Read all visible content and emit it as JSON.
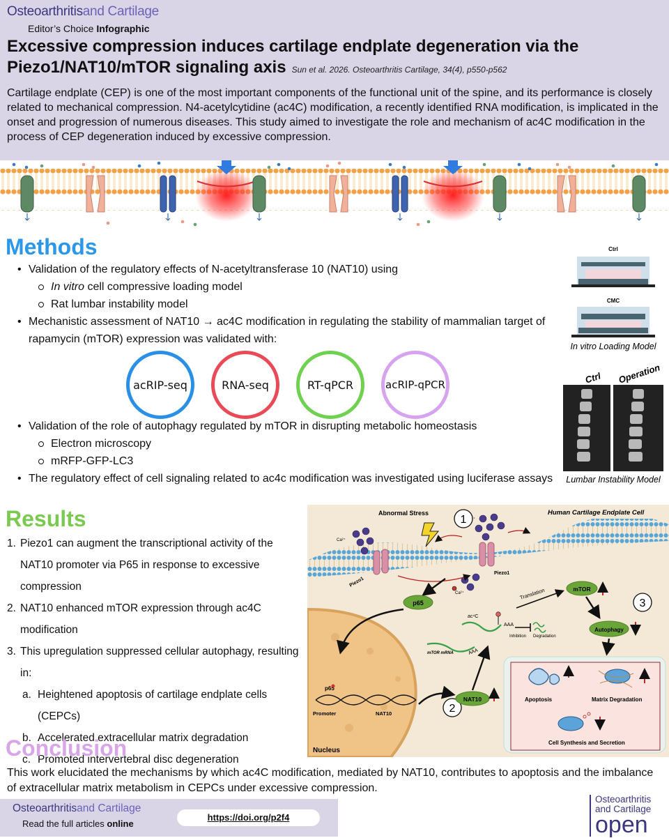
{
  "header": {
    "journal_a": "Osteoarthritis",
    "journal_b": "and Cartilage",
    "editor_a": "Editor’s Choice ",
    "editor_b": "Infographic",
    "title": "Excessive compression induces cartilage endplate degeneration via the Piezo1/NAT10/mTOR signaling axis",
    "citation": "Sun et al. 2026. Osteoarthritis Cartilage, 34(4), p550-p562",
    "intro": "Cartilage endplate (CEP) is one of the most important components of the functional unit of the spine, and its performance is closely related to mechanical compression. N4-acetylcytidine (ac4C) modification, a recently identified RNA modification, is implicated in the onset and progression of numerous diseases. This study aimed to investigate the role and mechanism of ac4C modification in the process of CEP degeneration induced by excessive compression."
  },
  "methods": {
    "title": "Methods",
    "b1": "Validation of the regulatory effects of N-acetyltransferase 10 (NAT10) using",
    "b1a_italic": "In vitro",
    "b1a": " cell compressive loading model",
    "b1b": "Rat lumbar instability model",
    "b2": "Mechanistic assessment of NAT10 → ac4C modification in regulating the stability of mammalian target of rapamycin (mTOR) expression was validated with:",
    "circles": [
      {
        "label": "acRIP-seq",
        "color": "#2a8fe6"
      },
      {
        "label": "RNA-seq",
        "color": "#e84b56"
      },
      {
        "label": "RT-qPCR",
        "color": "#6fd14f"
      },
      {
        "label": "acRIP-qPCR",
        "color": "#d6a4ee"
      }
    ],
    "b3": "Validation of  the role of autophagy regulated by mTOR in disrupting metabolic homeostasis",
    "b3a": "Electron microscopy",
    "b3b": "mRFP-GFP-LC3",
    "b4": "The regulatory effect of cell signaling related to ac4c modification was investigated using luciferase assays",
    "fig": {
      "ctrl": "Ctrl",
      "cmc": "CMC",
      "loading_caption": "In vitro Loading Model",
      "xray_ctrl": "Ctrl",
      "xray_op": "Operation",
      "lumbar_caption": "Lumbar Instability Model"
    }
  },
  "results": {
    "title": "Results",
    "items": [
      {
        "num": "1.",
        "text": "Piezo1 can augment the transcriptional activity of the NAT10 promoter via P65 in response to excessive compression"
      },
      {
        "num": "2.",
        "text": "NAT10 enhanced mTOR expression through ac4C modification"
      },
      {
        "num": "3.",
        "text": "This upregulation suppressed cellular autophagy, resulting in:"
      }
    ],
    "subs": [
      {
        "num": "a.",
        "text": "Heightened apoptosis of cartilage endplate cells (CEPCs)"
      },
      {
        "num": "b.",
        "text": "Accelerated extracellular matrix degradation"
      },
      {
        "num": "c.",
        "text": "Promoted intervertebral disc degeneration"
      }
    ],
    "diagram": {
      "abnormal_stress": "Abnormal Stress",
      "cell_title": "Human Cartilage Endplate Cell",
      "ca": "Ca²⁺",
      "piezo1": "Piezo1",
      "p65": "p65",
      "translation": "Translation",
      "mtor": "mTOR",
      "ac4c": "ac⁴C",
      "aaa": "AAA",
      "inhibition": "Inhibition",
      "degradation": "Degradation",
      "mtor_mrna": "mTOR mRNA",
      "autophagy": "Autophagy",
      "promoter": "Promoter",
      "nat10": "NAT10",
      "nucleus": "Nucleus",
      "apoptosis": "Apoptosis",
      "matrix_degradation": "Matrix Degradation",
      "cell_synthesis": "Cell Synthesis and Secretion",
      "n1": "1",
      "n2": "2",
      "n3": "3"
    }
  },
  "conclusion": {
    "title": "Conclusion",
    "text": "This work elucidated the mechanisms by which ac4C modification, mediated by NAT10, contributes to apoptosis and the imbalance of extracellular matrix metabolism in CEPCs under excessive compression."
  },
  "footer": {
    "journal_a": "Osteoarthritis",
    "journal_b": "and Cartilage",
    "read_a": "Read the full articles ",
    "read_b": "online",
    "doi": "https://doi.org/p2f4",
    "logo_l1": "Osteoarthritis",
    "logo_l2": "and Cartilage",
    "logo_l3": "open"
  },
  "colors": {
    "header_bg": "#d9d4e6",
    "methods": "#2a97e8",
    "results": "#7bc950",
    "conclusion": "#d7a5e8",
    "brand": "#3b3680"
  }
}
